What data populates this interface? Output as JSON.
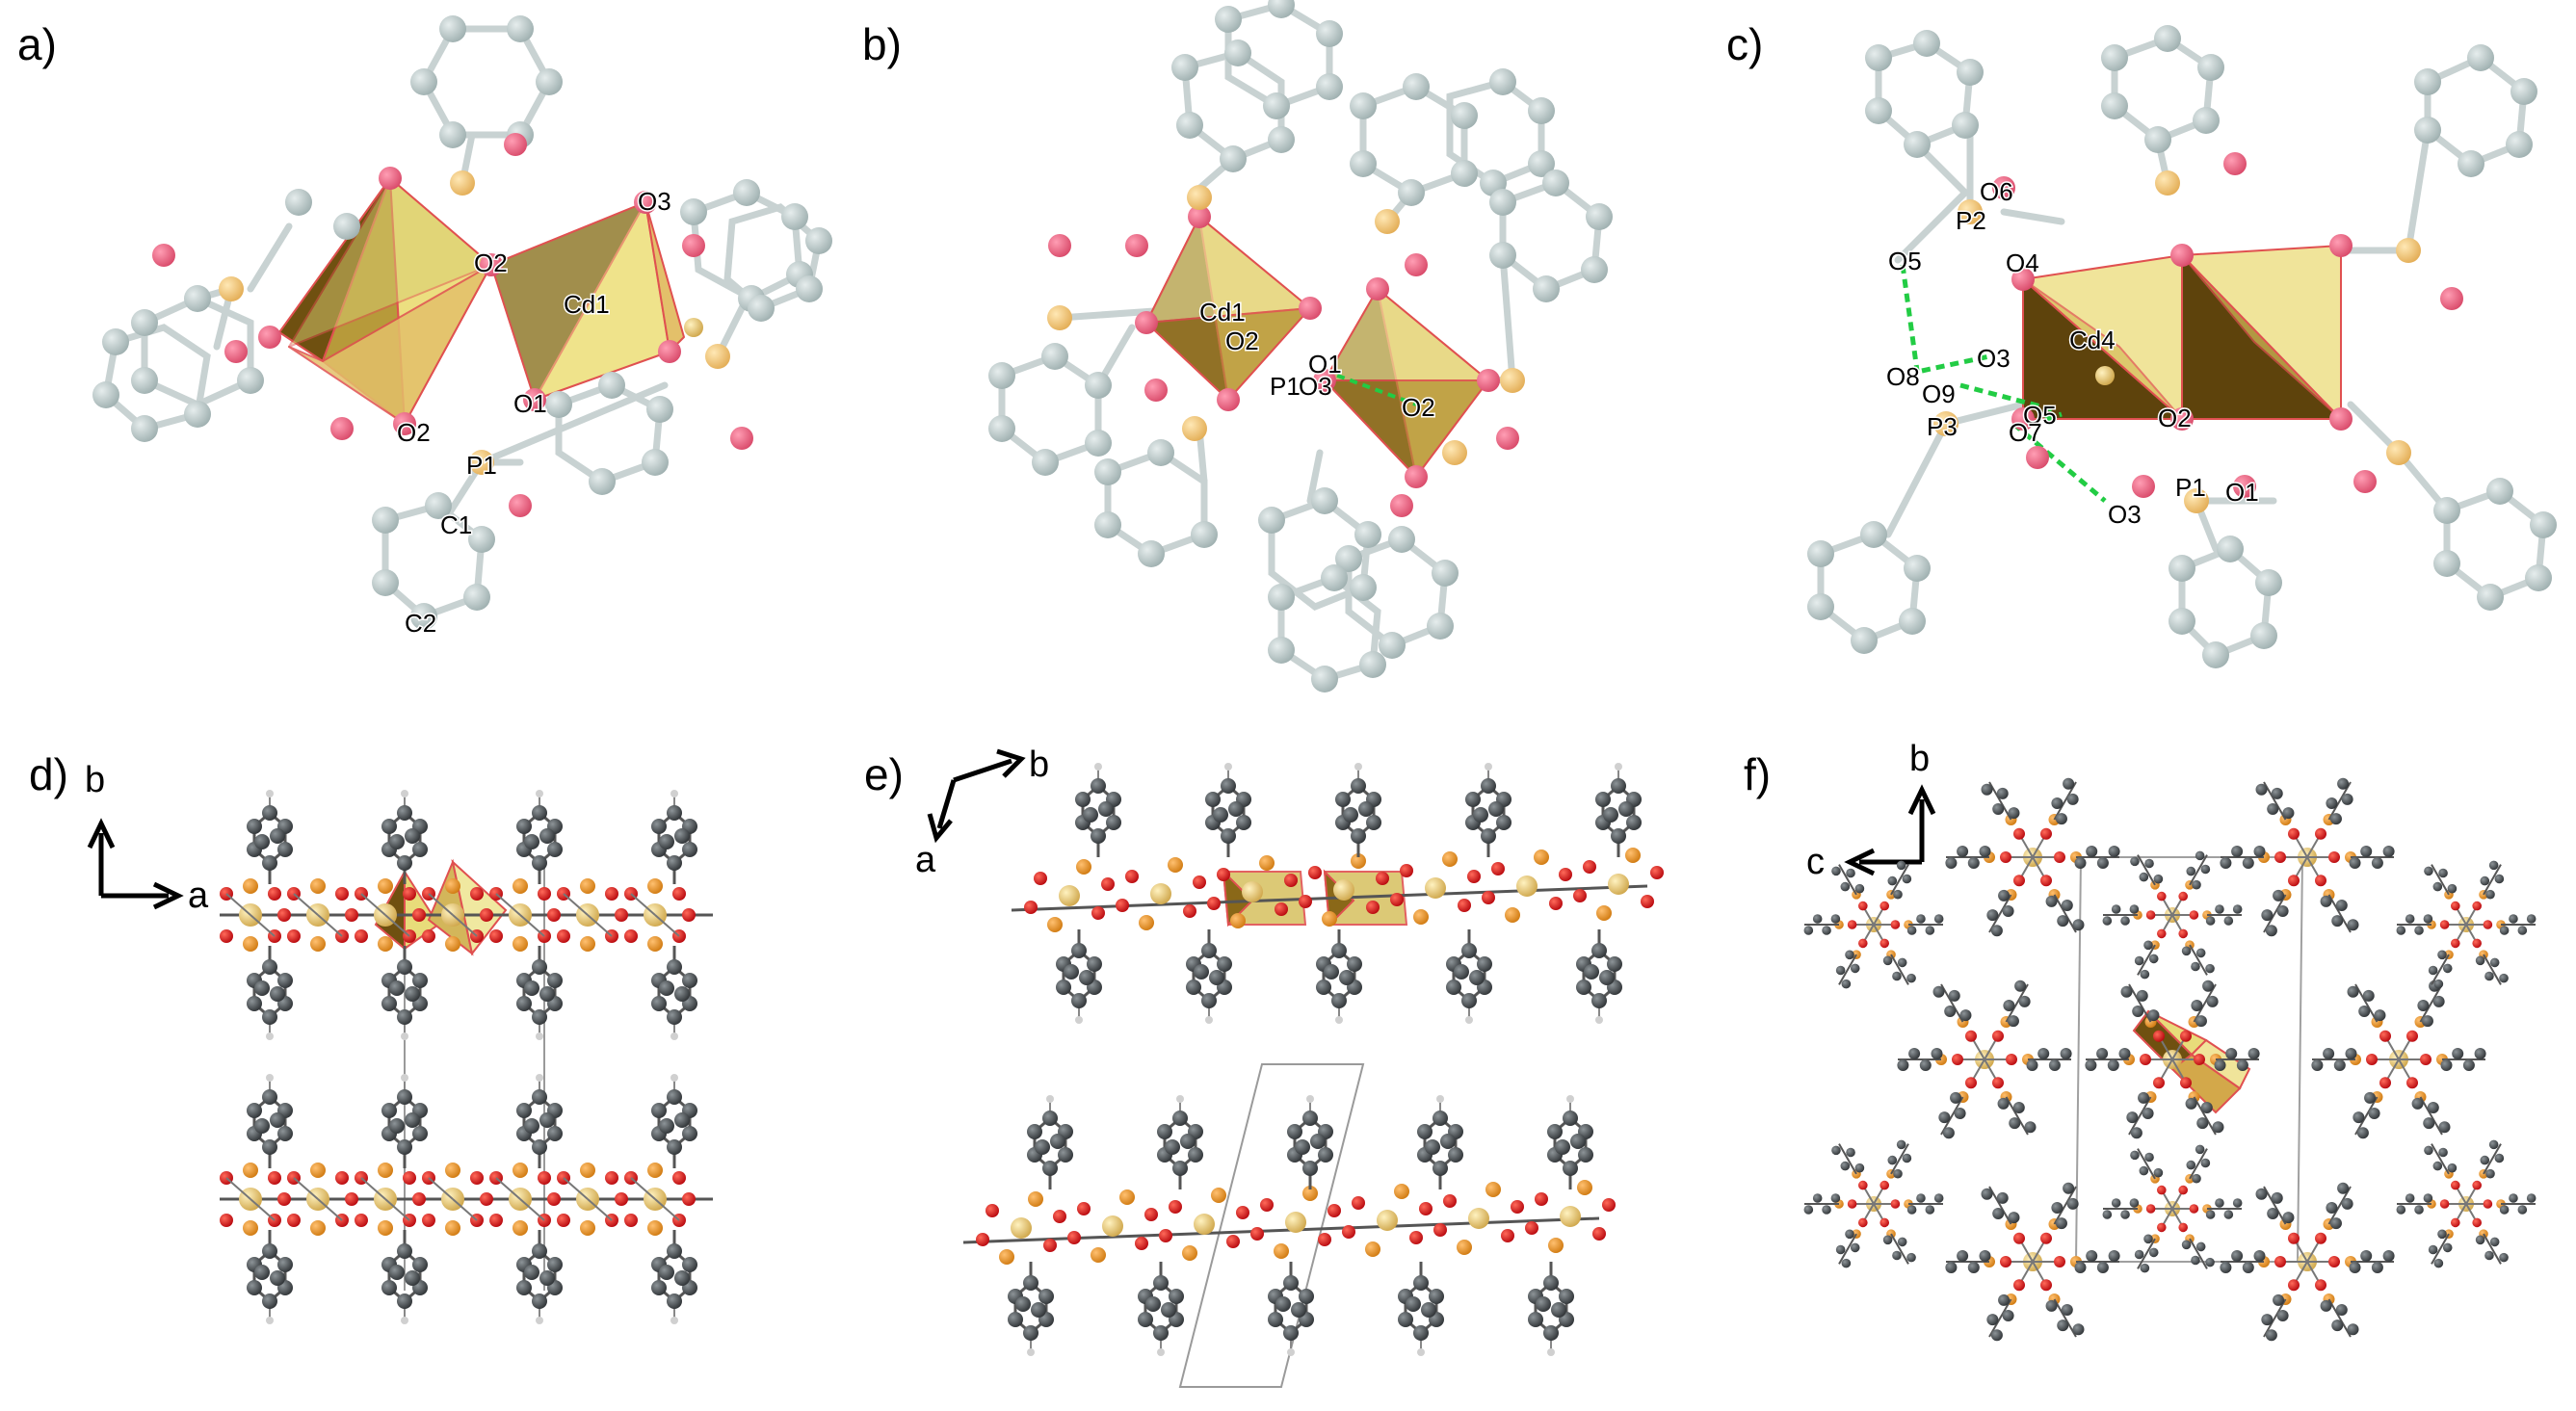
{
  "panels": [
    {
      "letter": "a)",
      "atoms": [
        "O3",
        "O2",
        "Cd1",
        "O1",
        "O2",
        "P1",
        "C1",
        "C2"
      ]
    },
    {
      "letter": "b)",
      "atoms": [
        "Cd1",
        "O2",
        "P1",
        "O3",
        "O1",
        "O2"
      ]
    },
    {
      "letter": "c)",
      "atoms": [
        "O6",
        "P2",
        "O5",
        "O4",
        "Cd4",
        "O3",
        "O8",
        "O9",
        "O5",
        "P3",
        "O7",
        "O2",
        "P1",
        "O1",
        "O3"
      ]
    },
    {
      "letter": "d)",
      "axes": {
        "up": "b",
        "side": "a"
      }
    },
    {
      "letter": "e)",
      "axes": {
        "up": "b",
        "side": "a"
      }
    },
    {
      "letter": "f)",
      "axes": {
        "up": "b",
        "side": "c"
      }
    }
  ],
  "colors": {
    "carbon": "#b7c3c3",
    "oxygen": "#e8607c",
    "phosphorus": "#f1c97a",
    "cadmium": "#e4c77a",
    "polyhedron_dark": "#6f5010",
    "polyhedron_light": "#e9e07a",
    "hbond": "#22cc44",
    "carbon_dark": "#4a4f52",
    "oxygen_dark": "#d8161f"
  }
}
